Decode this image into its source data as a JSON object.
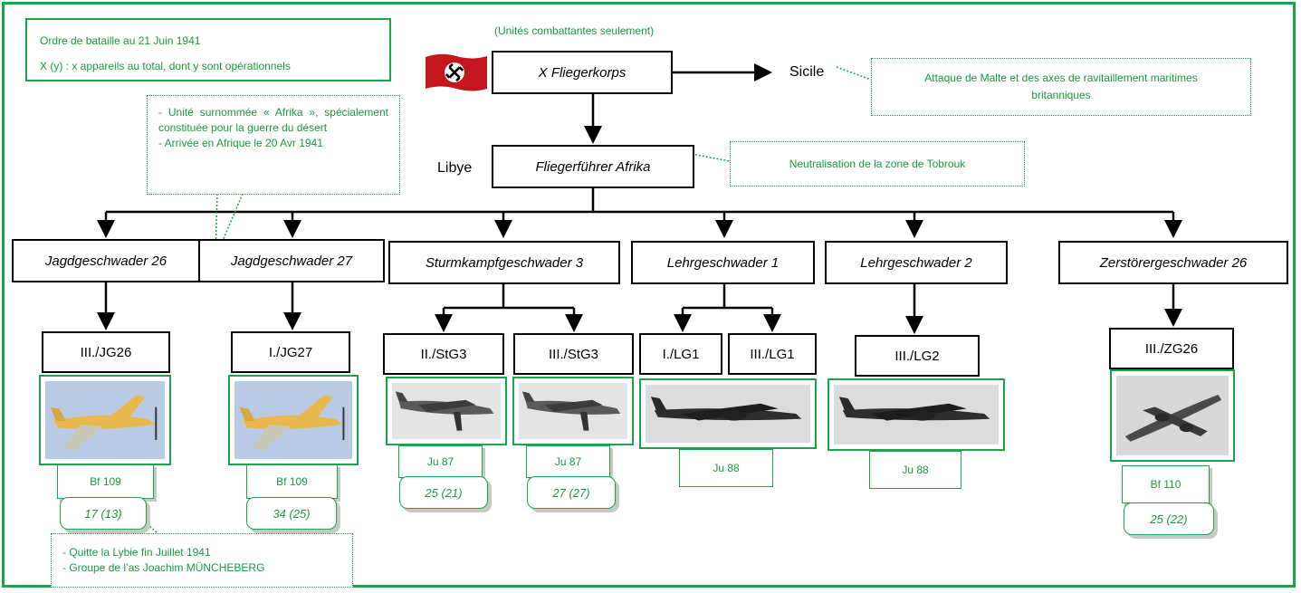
{
  "legend": {
    "line1": "Ordre de bataille au 21 Juin 1941",
    "line2": "X (y) : x appareils au total, dont y sont opérationnels"
  },
  "subtitle": "(Unités combattantes seulement)",
  "corps": "X Fliegerkorps",
  "sicily": "Sicile",
  "sicily_note": "Attaque de Malte et des axes de ravitaillement maritimes britanniques",
  "libya": "Libye",
  "fuhrer": "Fliegerführer Afrika",
  "fuhrer_note": "Neutralisation de la zone de Tobrouk",
  "afrika_note": {
    "line1": "- Unité surnommée « Afrika », spécialement constituée pour la guerre du désert",
    "line2": "- Arrivée en Afrique le 20 Avr 1941"
  },
  "jg27_note": {
    "line1": "- Quitte la Lybie fin Juillet 1941",
    "line2": "- Groupe de l’as Joachim MÜNCHEBERG"
  },
  "wings": [
    {
      "name": "Jagdgeschwader 26"
    },
    {
      "name": "Jagdgeschwader 27"
    },
    {
      "name": "Sturmkampfgeschwader 3"
    },
    {
      "name": "Lehrgeschwader 1"
    },
    {
      "name": "Lehrgeschwader 2"
    },
    {
      "name": "Zerstörergeschwader 26"
    }
  ],
  "groups": [
    {
      "name": "III./JG26",
      "aircraft": "Bf 109",
      "count": "17 (13)"
    },
    {
      "name": "I./JG27",
      "aircraft": "Bf 109",
      "count": "34 (25)"
    },
    {
      "name": "II./StG3",
      "aircraft": "Ju 87",
      "count": "25 (21)"
    },
    {
      "name": "III./StG3",
      "aircraft": "Ju 87",
      "count": "27 (27)"
    },
    {
      "name": "I./LG1"
    },
    {
      "name": "III./LG1",
      "aircraft": "Ju 88"
    },
    {
      "name": "III./LG2",
      "aircraft": "Ju 88"
    },
    {
      "name": "III./ZG26",
      "aircraft": "Bf 110",
      "count": "25 (22)"
    }
  ],
  "colors": {
    "accent": "#1fa34a",
    "text_green": "#1a9a3e",
    "flag_red": "#c4161c"
  }
}
